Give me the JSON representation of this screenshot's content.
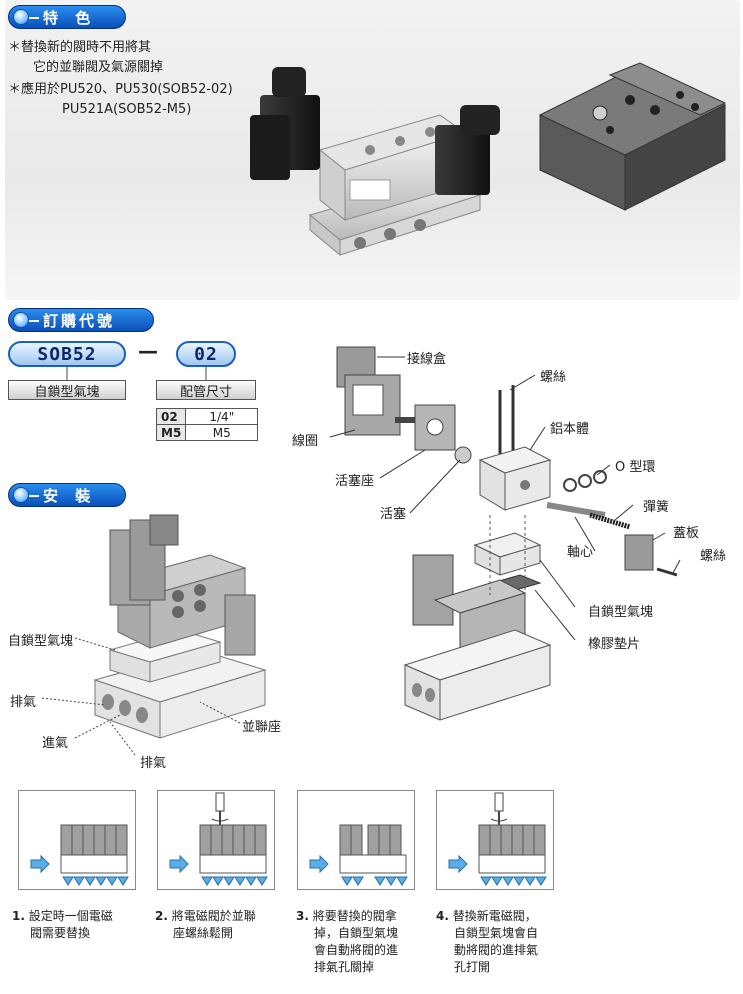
{
  "feature": {
    "title": "特 色",
    "bullets": [
      "＊替換新的閥時不用將其",
      "它的並聯閥及氣源關掉",
      "＊應用於PU520、PU530(SOB52-02)",
      "PU521A(SOB52-M5)"
    ]
  },
  "order": {
    "title": "訂購代號",
    "model_code": "SOB52",
    "dash": "—",
    "pipe_code": "02",
    "model_label": "自鎖型氣塊",
    "pipe_label": "配管尺寸",
    "pipe_table": [
      {
        "code": "02",
        "size": "1/4\""
      },
      {
        "code": "M5",
        "size": "M5"
      }
    ]
  },
  "install": {
    "title": "安 裝",
    "labels": {
      "self_lock_block": "自鎖型氣塊",
      "exhaust_left": "排氣",
      "intake": "進氣",
      "exhaust_bottom": "排氣",
      "manifold": "並聯座"
    }
  },
  "exploded": {
    "labels": {
      "junction_box": "接線盒",
      "screw_top": "螺絲",
      "aluminum_body": "鋁本體",
      "coil": "線圈",
      "o_ring": "O 型環",
      "piston_seat": "活塞座",
      "spring": "彈簧",
      "piston": "活塞",
      "cover": "蓋板",
      "shaft": "軸心",
      "screw_right": "螺絲",
      "self_lock_block": "自鎖型氣塊",
      "rubber_gasket": "橡膠墊片"
    }
  },
  "steps": [
    {
      "num": "1.",
      "lines": [
        "設定時一個電磁",
        "閥需要替換"
      ]
    },
    {
      "num": "2.",
      "lines": [
        "將電磁閥於並聯",
        "座螺絲鬆開"
      ]
    },
    {
      "num": "3.",
      "lines": [
        "將要替換的閥拿",
        "掉，自鎖型氣塊",
        "會自動將閥的進",
        "排氣孔關掉"
      ]
    },
    {
      "num": "4.",
      "lines": [
        "替換新電磁閥，",
        "自鎖型氣塊會自",
        "動將閥的進排氣",
        "孔打開"
      ]
    }
  ],
  "colors": {
    "accent_blue": "#0a4fb8",
    "arrow_blue": "#5aaee8",
    "valve_gray": "#a0a0a0"
  }
}
